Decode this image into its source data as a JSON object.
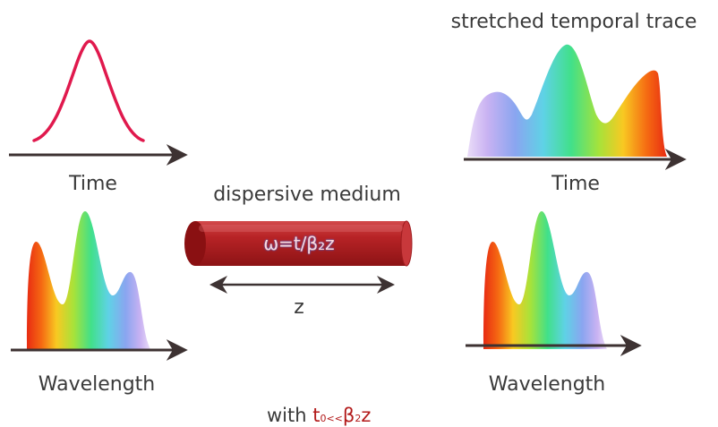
{
  "labels": {
    "time_left": "Time",
    "wavelength_left": "Wavelength",
    "medium": "dispersive medium",
    "medium_formula": "ω=t/β₂z",
    "length": "z",
    "stretched_title": "stretched temporal trace",
    "time_right": "Time",
    "wavelength_right": "Wavelength"
  },
  "note": {
    "prefix": "with ",
    "t": "t",
    "t_sub": "0",
    "lessless": "<<",
    "beta": "β",
    "beta_sub": "2",
    "z": "z"
  },
  "colors": {
    "arrow": "#3d3232",
    "pulse": "#e0194d",
    "tube": "#b01f22",
    "tube_end": "#8e1416",
    "highlight": "#b31b1b"
  }
}
